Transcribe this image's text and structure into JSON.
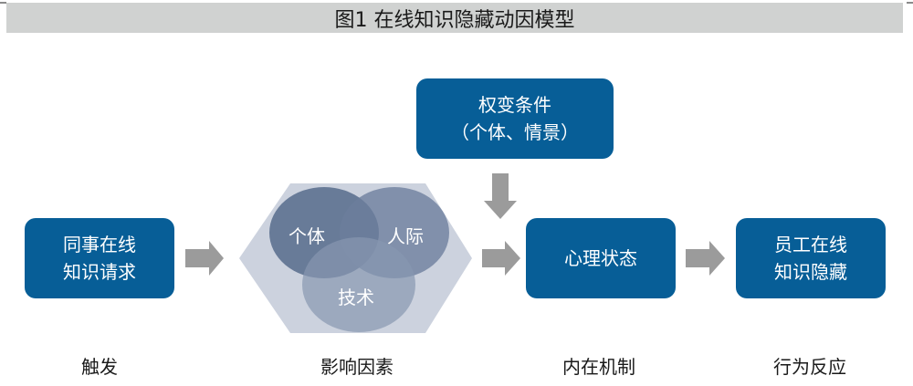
{
  "title": "图1  在线知识隐藏动因模型",
  "boxes": {
    "trigger": {
      "line1": "同事在线",
      "line2": "知识请求"
    },
    "moderator": {
      "line1": "权变条件",
      "line2": "（个体、情景）"
    },
    "mechanism": {
      "line1": "心理状态"
    },
    "response": {
      "line1": "员工在线",
      "line2": "知识隐藏"
    }
  },
  "venn": {
    "circles": [
      {
        "label": "个体"
      },
      {
        "label": "人际"
      },
      {
        "label": "技术"
      }
    ]
  },
  "stages": [
    "触发",
    "影响因素",
    "内在机制",
    "行为反应"
  ],
  "colors": {
    "box_fill": "#075e97",
    "arrow_fill": "#9b9b9b",
    "hexagon_fill": "#ccd2de",
    "circle_dark": "#5f7391",
    "circle_mid": "#7e8ea8",
    "circle_light": "#a3aec3",
    "title_bar": "#d0d2d1"
  }
}
